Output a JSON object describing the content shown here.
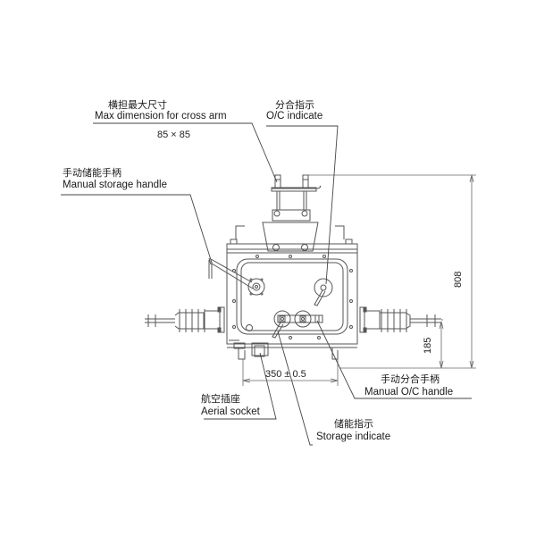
{
  "diagram": {
    "title": "Outdoor vacuum circuit breaker outline drawing",
    "line_color": "#555555",
    "leader_color": "#444444",
    "labels": {
      "cross_arm": {
        "zh": "横担最大尺寸",
        "en": "Max dimension for cross arm",
        "value": "85 × 85"
      },
      "oc_indicate": {
        "zh": "分合指示",
        "en": "O/C indicate"
      },
      "manual_storage_handle": {
        "zh": "手动储能手柄",
        "en": "Manual storage handle"
      },
      "manual_oc_handle": {
        "zh": "手动分合手柄",
        "en": "Manual O/C handle"
      },
      "aerial_socket": {
        "zh": "航空插座",
        "en": "Aerial socket"
      },
      "storage_indicate": {
        "zh": "储能指示",
        "en": "Storage indicate"
      }
    },
    "dimensions": {
      "height_total": "808",
      "height_bushing": "185",
      "mount_width": "350 ± 0.5"
    }
  }
}
